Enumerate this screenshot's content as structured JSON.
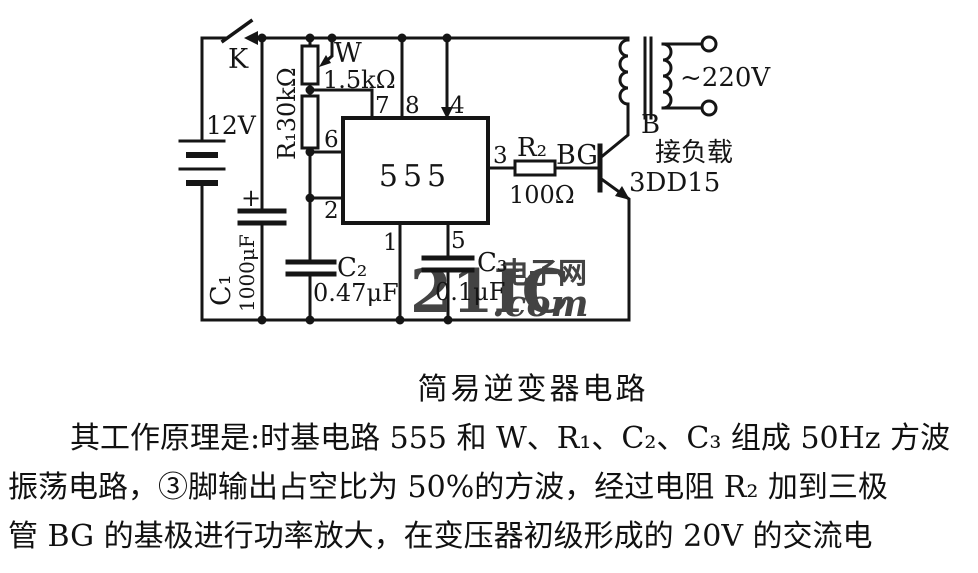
{
  "circuit": {
    "labels": {
      "switch": "K",
      "battery": "12V",
      "c1_name": "C₁",
      "c1_value": "1000μF",
      "c1_plus": "+",
      "r1": "R₁30kΩ",
      "w_name": "W",
      "w_value": "1.5kΩ",
      "ic": "555",
      "pin1": "1",
      "pin2": "2",
      "pin3": "3",
      "pin4": "4",
      "pin5": "5",
      "pin6": "6",
      "pin7": "7",
      "pin8": "8",
      "c2_name": "C₂",
      "c2_value": "0.47μF",
      "c3_name": "C₃",
      "c3_value": "0.1μF",
      "r2_name": "R₂",
      "r2_value": "100Ω",
      "transistor_name": "BG",
      "transistor_model": "3DD15",
      "transformer": "B",
      "output_voltage": "~220V",
      "load_note": "接负载"
    },
    "colors": {
      "ink": "#151515"
    }
  },
  "watermark": {
    "brand": "21IC",
    "site": "电子网",
    "tld": ".com",
    "brand_color": "#e89f9f",
    "site_color": "#b3a9d8"
  },
  "caption": "简易逆变器电路",
  "description": {
    "line1": "其工作原理是:时基电路 555 和 W、R₁、C₂、C₃ 组成 50Hz 方波",
    "line2": "振荡电路，③脚输出占空比为 50%的方波，经过电阻 R₂ 加到三极",
    "line3": "管 BG 的基极进行功率放大，在变压器初级形成的 20V 的交流电"
  }
}
